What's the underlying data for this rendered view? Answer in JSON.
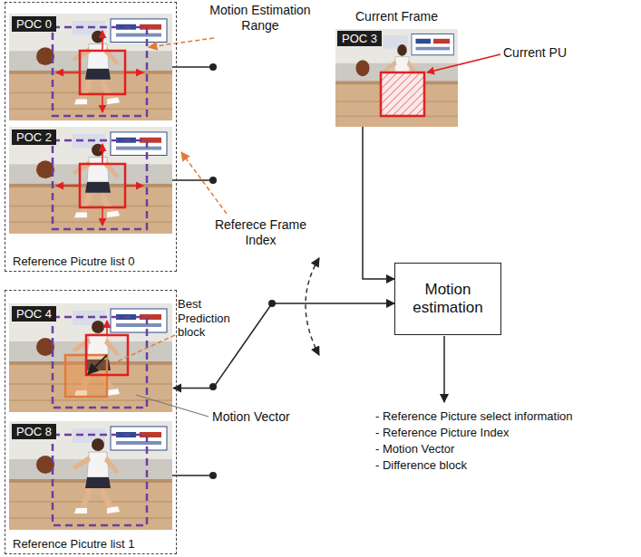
{
  "diagram": {
    "nodes": [
      {
        "text": [
          "Reference Picutre list 0"
        ]
      },
      {
        "text": [
          "POC 0"
        ],
        "in": 0
      },
      {
        "text": [
          "POC 2"
        ],
        "in": 0
      },
      {
        "text": [
          "Reference Picutre list 1"
        ]
      },
      {
        "text": [
          "POC 4"
        ],
        "in": 3
      },
      {
        "text": [
          "POC 8"
        ],
        "in": 3
      },
      {
        "text": [
          "Current Frame",
          "POC 3"
        ]
      },
      {
        "text": [
          "Motion estimation"
        ]
      }
    ],
    "edges": [
      {
        "from": 6,
        "to": 7,
        "arrow": "to"
      },
      {
        "from": 7,
        "to": 4,
        "arrow": "both"
      }
    ],
    "labels": [
      "Motion Estimation Range",
      "Current PU",
      "Referece Frame Index",
      "Best Prediction block",
      "Motion Vector",
      "- Reference Picture select information",
      "- Reference Picture Index",
      "- Motion Vector",
      "- Difference block"
    ]
  }
}
